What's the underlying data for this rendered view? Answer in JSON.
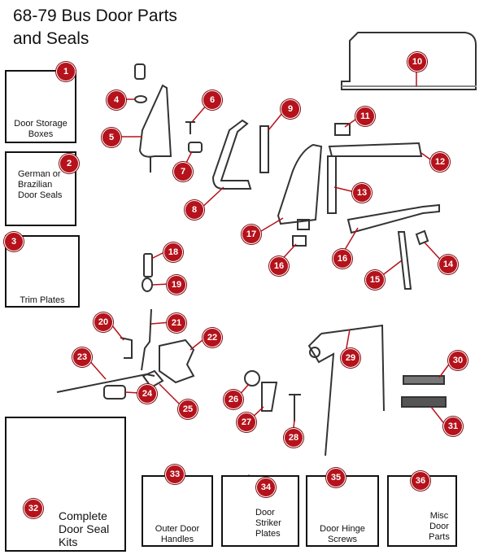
{
  "title": {
    "line1": "68-79 Bus Door Parts",
    "line2": "and Seals"
  },
  "boxes": {
    "b1": "Door Storage Boxes",
    "b2": "German or Brazilian Door Seals",
    "b3": "Trim Plates",
    "b32": "Complete Door Seal Kits",
    "b33": "Outer Door Handles",
    "b34": "Door Striker Plates",
    "b35": "Door Hinge Screws",
    "b36": "Misc Door Parts"
  },
  "callouts": [
    "1",
    "2",
    "3",
    "4",
    "5",
    "6",
    "7",
    "8",
    "9",
    "10",
    "11",
    "12",
    "13",
    "14",
    "15",
    "16",
    "16",
    "17",
    "18",
    "19",
    "20",
    "21",
    "22",
    "23",
    "24",
    "25",
    "26",
    "27",
    "28",
    "29",
    "30",
    "31",
    "32",
    "33",
    "34",
    "35",
    "36"
  ],
  "colors": {
    "badge": "#b5121b",
    "line": "#b5121b"
  }
}
